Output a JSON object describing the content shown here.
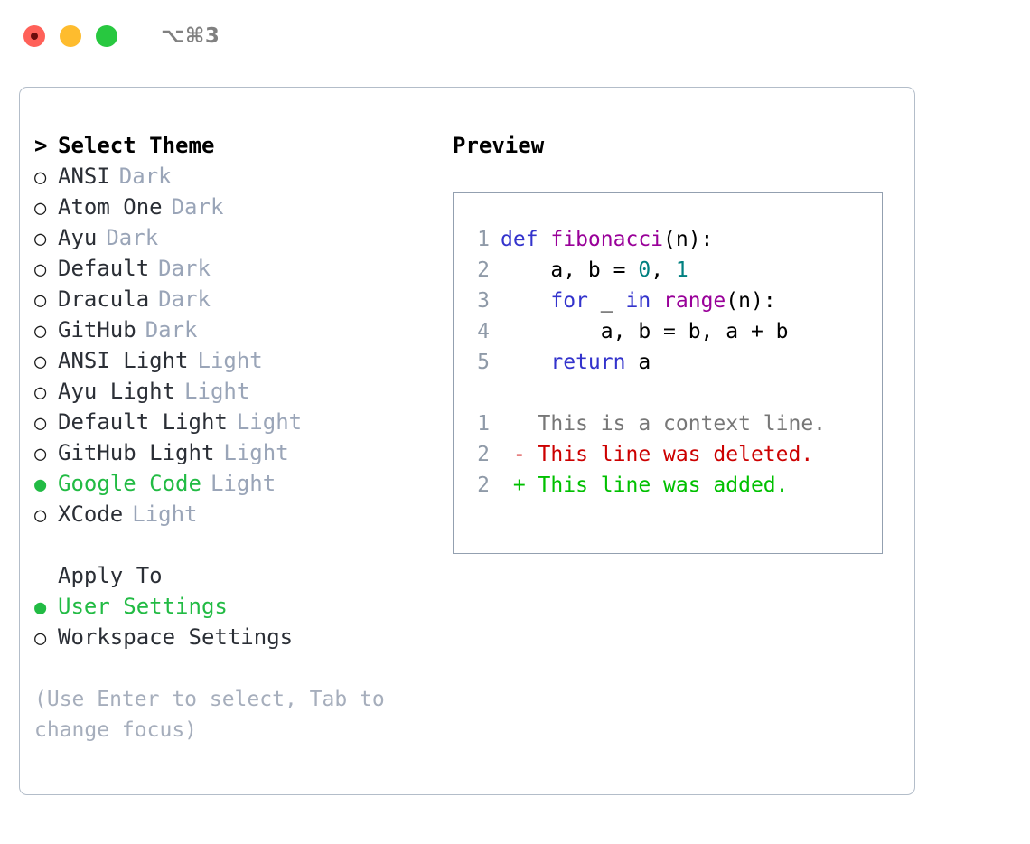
{
  "titlebar": {
    "shortcut": "⌥⌘3",
    "lights": [
      "close-red",
      "minimize-yellow",
      "maximize-green"
    ]
  },
  "theme_picker": {
    "header": "Select Theme",
    "prompt_marker": ">",
    "marker_unselected": "○",
    "marker_selected": "●",
    "selected_color": "#22bb44",
    "items": [
      {
        "name": "ANSI",
        "tag": "Dark",
        "selected": false
      },
      {
        "name": "Atom One",
        "tag": "Dark",
        "selected": false
      },
      {
        "name": "Ayu",
        "tag": "Dark",
        "selected": false
      },
      {
        "name": "Default",
        "tag": "Dark",
        "selected": false
      },
      {
        "name": "Dracula",
        "tag": "Dark",
        "selected": false
      },
      {
        "name": "GitHub",
        "tag": "Dark",
        "selected": false
      },
      {
        "name": "ANSI Light",
        "tag": "Light",
        "selected": false
      },
      {
        "name": "Ayu Light",
        "tag": "Light",
        "selected": false
      },
      {
        "name": "Default Light",
        "tag": "Light",
        "selected": false
      },
      {
        "name": "GitHub Light",
        "tag": "Light",
        "selected": false
      },
      {
        "name": "Google Code",
        "tag": "Light",
        "selected": true
      },
      {
        "name": "XCode",
        "tag": "Light",
        "selected": false
      }
    ]
  },
  "apply_to": {
    "header": "Apply To",
    "options": [
      {
        "name": "User Settings",
        "selected": true
      },
      {
        "name": "Workspace Settings",
        "selected": false
      }
    ]
  },
  "hint": "(Use Enter to select, Tab to change focus)",
  "preview": {
    "title": "Preview",
    "code_lines": [
      {
        "num": "1",
        "tokens": [
          {
            "t": "def ",
            "c": "kw"
          },
          {
            "t": "fibonacci",
            "c": "fn"
          },
          {
            "t": "(n):",
            "c": "pl"
          }
        ]
      },
      {
        "num": "2",
        "tokens": [
          {
            "t": "    a, b = ",
            "c": "pl"
          },
          {
            "t": "0",
            "c": "num"
          },
          {
            "t": ", ",
            "c": "pl"
          },
          {
            "t": "1",
            "c": "num"
          }
        ]
      },
      {
        "num": "3",
        "tokens": [
          {
            "t": "    ",
            "c": "pl"
          },
          {
            "t": "for",
            "c": "kw"
          },
          {
            "t": " _ ",
            "c": "pl"
          },
          {
            "t": "in",
            "c": "kw"
          },
          {
            "t": " ",
            "c": "pl"
          },
          {
            "t": "range",
            "c": "fn"
          },
          {
            "t": "(n):",
            "c": "pl"
          }
        ]
      },
      {
        "num": "4",
        "tokens": [
          {
            "t": "        a, b = b, a + b",
            "c": "pl"
          }
        ]
      },
      {
        "num": "5",
        "tokens": [
          {
            "t": "    ",
            "c": "pl"
          },
          {
            "t": "return",
            "c": "kw"
          },
          {
            "t": " a",
            "c": "pl"
          }
        ]
      },
      {
        "num": "",
        "tokens": [
          {
            "t": " ",
            "c": "pl"
          }
        ]
      },
      {
        "num": "1",
        "tokens": [
          {
            "t": "   This is a context line.",
            "c": "ctx"
          }
        ]
      },
      {
        "num": "2",
        "tokens": [
          {
            "t": " - This line was deleted.",
            "c": "del"
          }
        ]
      },
      {
        "num": "2",
        "tokens": [
          {
            "t": " + This line was added.",
            "c": "add"
          }
        ]
      }
    ]
  }
}
